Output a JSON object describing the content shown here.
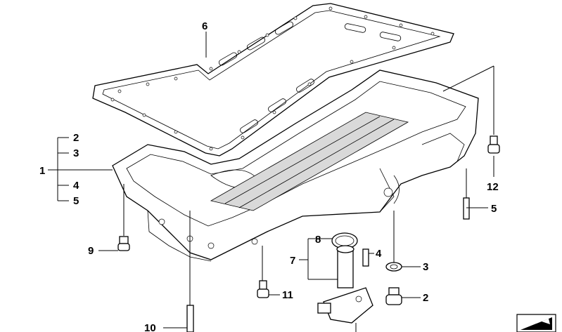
{
  "callouts": {
    "c1": "1",
    "c2a": "2",
    "c3a": "3",
    "c4a": "4",
    "c5a": "5",
    "c6": "6",
    "c7": "7",
    "c8": "8",
    "c4b": "4",
    "c3b": "3",
    "c2b": "2",
    "c5b": "5",
    "c12": "12",
    "c9": "9",
    "c11": "11",
    "c10": "10"
  },
  "icons": {
    "corner": "parts-wedge-icon"
  },
  "colors": {
    "line": "#000000",
    "background": "#ffffff",
    "shade": "#d9d9d9"
  }
}
